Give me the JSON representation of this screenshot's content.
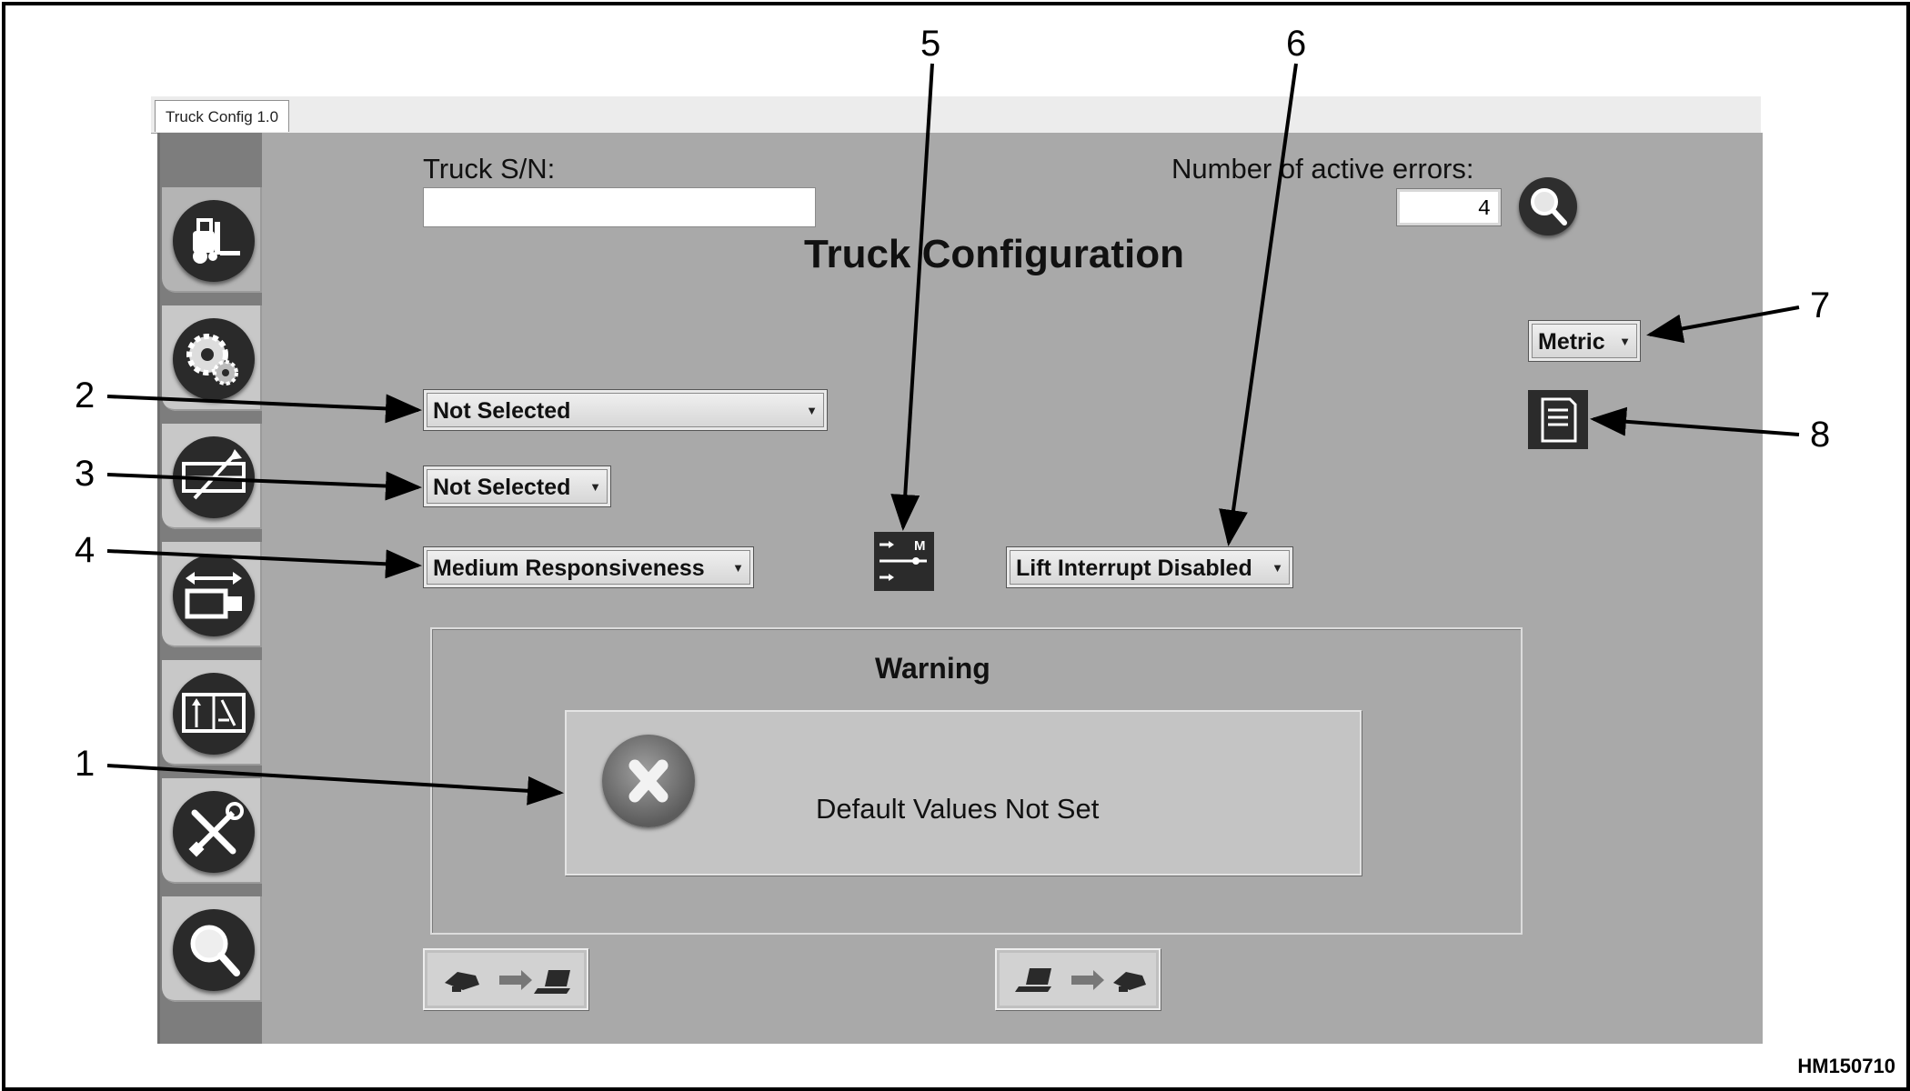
{
  "window": {
    "tab_label": "Truck Config 1.0"
  },
  "sidebar": {
    "items": [
      {
        "name": "truck-icon"
      },
      {
        "name": "settings-gear-icon"
      },
      {
        "name": "adjust-icon"
      },
      {
        "name": "transfer-icon"
      },
      {
        "name": "hydraulics-icon"
      },
      {
        "name": "tools-icon"
      },
      {
        "name": "search-icon"
      }
    ]
  },
  "header": {
    "serial_label": "Truck S/N:",
    "serial_value": "",
    "errors_label": "Number of active errors:",
    "errors_count": "4",
    "title": "Truck Configuration"
  },
  "controls": {
    "dropdown_2": "Not Selected",
    "dropdown_3": "Not Selected",
    "dropdown_4": "Medium Responsiveness",
    "dropdown_6": "Lift Interrupt Disabled",
    "units": "Metric",
    "mini_button_label": "M"
  },
  "warning": {
    "title": "Warning",
    "message": "Default Values Not Set"
  },
  "callouts": [
    "1",
    "2",
    "3",
    "4",
    "5",
    "6",
    "7",
    "8"
  ],
  "figure_id": "HM150710"
}
